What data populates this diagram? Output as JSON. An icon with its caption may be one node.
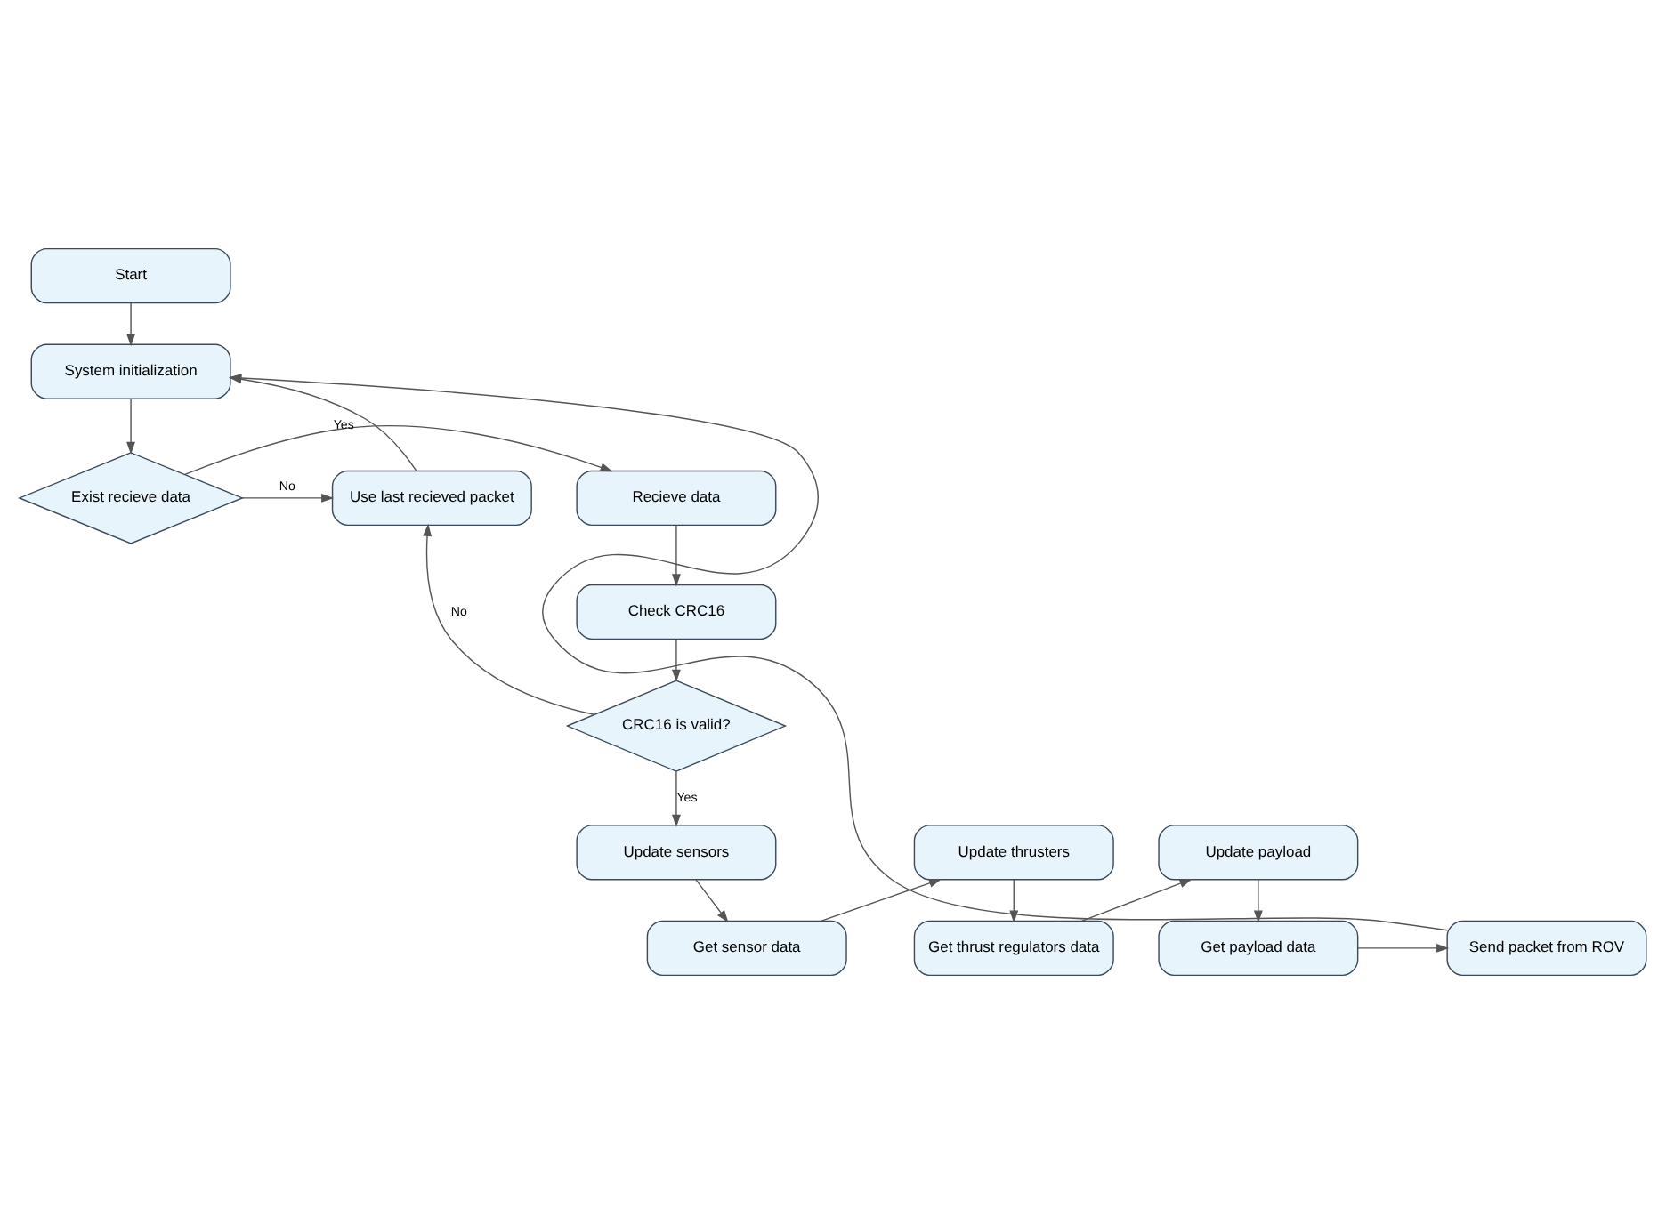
{
  "diagram": {
    "nodes": [
      {
        "text": [
          "Start"
        ]
      },
      {
        "text": [
          "System initialization"
        ]
      },
      {
        "text": [
          "Exist recieve data"
        ]
      },
      {
        "text": [
          "Recieve data"
        ]
      },
      {
        "text": [
          "Use last recieved packet"
        ]
      },
      {
        "text": [
          "Check CRC16"
        ]
      },
      {
        "text": [
          "CRC16 is valid?"
        ]
      },
      {
        "text": [
          "Update sensors"
        ]
      },
      {
        "text": [
          "Get sensor data"
        ]
      },
      {
        "text": [
          "Update thrusters"
        ]
      },
      {
        "text": [
          "Get thrust regulators data"
        ]
      },
      {
        "text": [
          "Update payload"
        ]
      },
      {
        "text": [
          "Get payload data"
        ]
      },
      {
        "text": [
          "Send packet from ROV"
        ]
      }
    ],
    "edges": [
      {
        "from": 0,
        "to": 1,
        "arrow": "to"
      },
      {
        "from": 1,
        "to": 2,
        "arrow": "to"
      },
      {
        "from": 2,
        "to": 3,
        "arrow": "to",
        "label": "Yes"
      },
      {
        "from": 2,
        "to": 4,
        "arrow": "to",
        "label": "No"
      },
      {
        "from": 3,
        "to": 5,
        "arrow": "to"
      },
      {
        "from": 5,
        "to": 6,
        "arrow": "to"
      },
      {
        "from": 6,
        "to": 7,
        "arrow": "to",
        "label": "Yes"
      },
      {
        "from": 6,
        "to": 4,
        "arrow": "to",
        "label": "No"
      },
      {
        "from": 7,
        "to": 8,
        "arrow": "to"
      },
      {
        "from": 8,
        "to": 9,
        "arrow": "to"
      },
      {
        "from": 9,
        "to": 10,
        "arrow": "to"
      },
      {
        "from": 10,
        "to": 11,
        "arrow": "to"
      },
      {
        "from": 11,
        "to": 12,
        "arrow": "to"
      },
      {
        "from": 12,
        "to": 13,
        "arrow": "to"
      },
      {
        "from": 13,
        "to": 1,
        "arrow": "to"
      },
      {
        "from": 4,
        "to": 1,
        "arrow": "to"
      }
    ]
  }
}
